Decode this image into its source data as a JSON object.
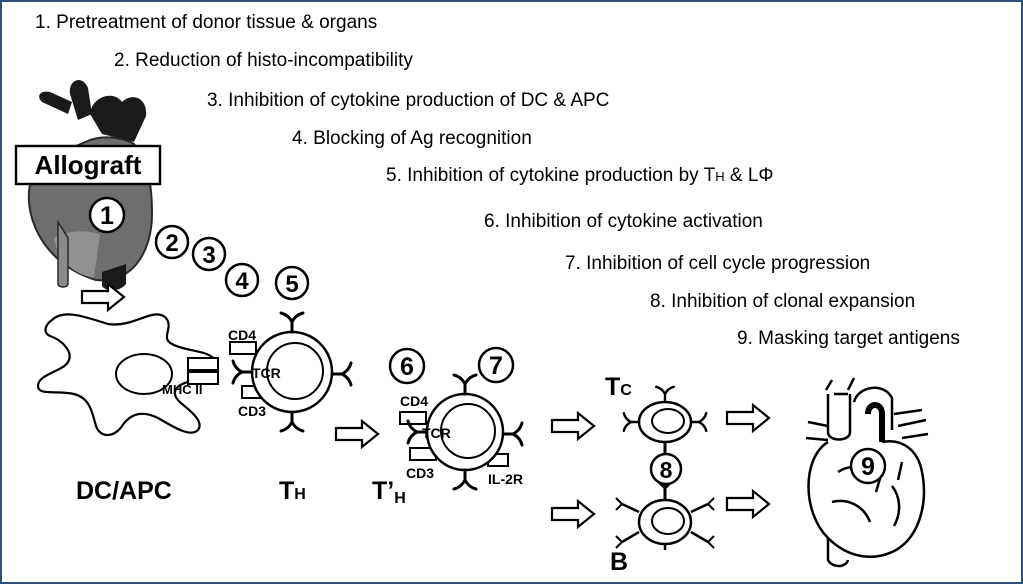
{
  "steps": [
    {
      "num": "1.",
      "text": "Pretreatment of donor tissue & organs"
    },
    {
      "num": "2.",
      "text": "Reduction of histo-incompatibility"
    },
    {
      "num": "3.",
      "text": "Inhibition of cytokine production of DC & APC"
    },
    {
      "num": "4.",
      "text": "Blocking of Ag recognition"
    },
    {
      "num": "5.",
      "text_a": "Inhibition of cytokine production by T",
      "sub_a": "H",
      "text_b": " & L",
      "sym": "Φ"
    },
    {
      "num": "6.",
      "text": "Inhibition of cytokine activation"
    },
    {
      "num": "7.",
      "text": "Inhibition of cell cycle progression"
    },
    {
      "num": "8.",
      "text": "Inhibition of clonal expansion"
    },
    {
      "num": "9.",
      "text": "Masking target antigens"
    }
  ],
  "allograft_label": "Allograft",
  "step_markers": [
    "1",
    "2",
    "3",
    "4",
    "5",
    "6",
    "7",
    "8",
    "9"
  ],
  "cell_labels": {
    "dc_apc": "DC/APC",
    "th_main": "T",
    "th_sub": "H",
    "tprime_main": "T’",
    "tprime_sub": "H",
    "tc_main": "T",
    "tc_sub": "C",
    "b_cell": "B"
  },
  "molecule_labels": {
    "cd4_a": "CD4",
    "tcr_a": "TCR",
    "mhc": "MHC II",
    "cd3_a": "CD3",
    "cd4_b": "CD4",
    "tcr_b": "TCR",
    "cd3_b": "CD3",
    "il2r": "IL-2R"
  },
  "colors": {
    "frame": "#2f4f7f",
    "heart_dark": "#1a1a1a",
    "heart_mid": "#6e6e6e",
    "heart_light": "#9a9a9a",
    "ink": "#000000"
  }
}
